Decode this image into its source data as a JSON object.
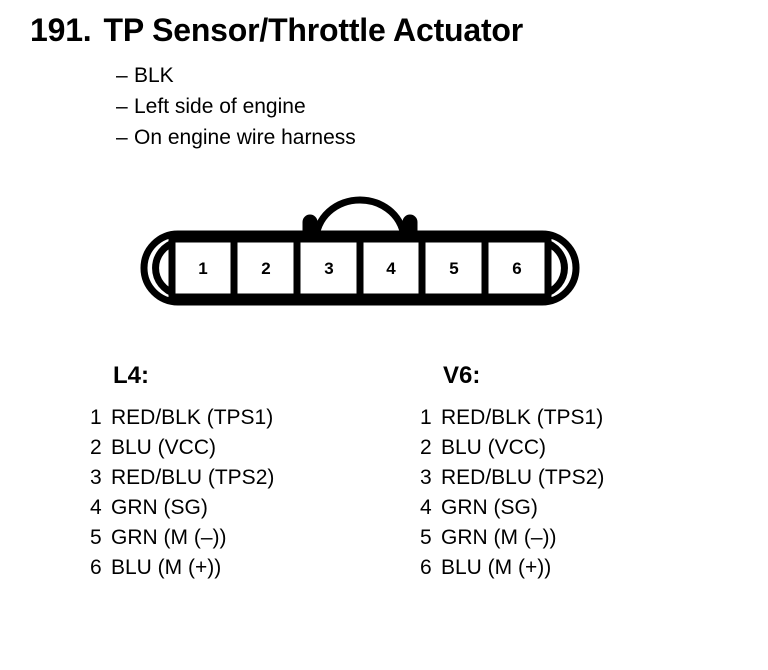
{
  "header": {
    "number": "191.",
    "title": "TP Sensor/Throttle Actuator",
    "notes": [
      {
        "dash": "–",
        "text": "BLK"
      },
      {
        "dash": "–",
        "text": "Left side of engine"
      },
      {
        "dash": "–",
        "text": "On engine wire harness"
      }
    ]
  },
  "connector": {
    "cavity_count": 6,
    "cavities": [
      {
        "number": "1"
      },
      {
        "number": "2"
      },
      {
        "number": "3"
      },
      {
        "number": "4"
      },
      {
        "number": "5"
      },
      {
        "number": "6"
      }
    ],
    "stroke_color": "#000000",
    "fill_color": "#ffffff"
  },
  "pinouts": [
    {
      "variant": "L4:",
      "pins": [
        {
          "number": "1",
          "label": "RED/BLK (TPS1)"
        },
        {
          "number": "2",
          "label": "BLU (VCC)"
        },
        {
          "number": "3",
          "label": "RED/BLU (TPS2)"
        },
        {
          "number": "4",
          "label": "GRN (SG)"
        },
        {
          "number": "5",
          "label": "GRN (M (–))"
        },
        {
          "number": "6",
          "label": "BLU (M (+))"
        }
      ]
    },
    {
      "variant": "V6:",
      "pins": [
        {
          "number": "1",
          "label": "RED/BLK (TPS1)"
        },
        {
          "number": "2",
          "label": "BLU (VCC)"
        },
        {
          "number": "3",
          "label": "RED/BLU (TPS2)"
        },
        {
          "number": "4",
          "label": "GRN (SG)"
        },
        {
          "number": "5",
          "label": "GRN (M (–))"
        },
        {
          "number": "6",
          "label": "BLU (M (+))"
        }
      ]
    }
  ]
}
